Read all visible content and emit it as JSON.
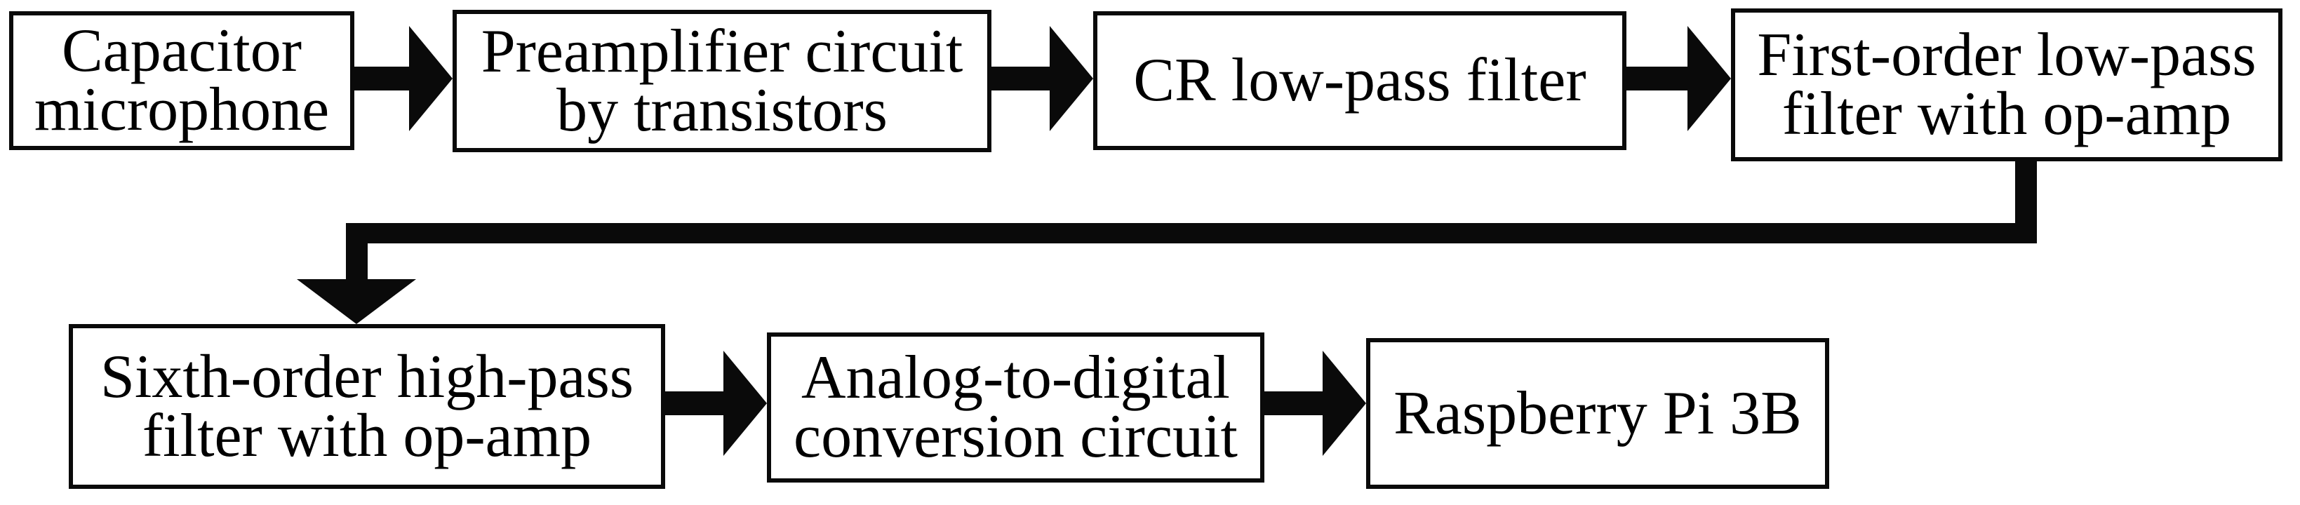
{
  "diagram": {
    "type": "flowchart",
    "background_color": "#ffffff",
    "box_border_color": "#0a0a0a",
    "arrow_color": "#0a0a0a",
    "text_color": "#000000",
    "nodes": [
      {
        "id": "capacitor-microphone",
        "line1": "Capacitor",
        "line2": "microphone"
      },
      {
        "id": "preamplifier-circuit",
        "line1": "Preamplifier circuit",
        "line2": "by transistors"
      },
      {
        "id": "cr-low-pass-filter",
        "line1": "CR low-pass filter",
        "line2": ""
      },
      {
        "id": "first-order-low-pass-filter",
        "line1": "First-order low-pass",
        "line2": "filter with op-amp"
      },
      {
        "id": "sixth-order-high-pass-filter",
        "line1": "Sixth-order high-pass",
        "line2": "filter with op-amp"
      },
      {
        "id": "adc-circuit",
        "line1": "Analog-to-digital",
        "line2": "conversion circuit"
      },
      {
        "id": "raspberry-pi-3b",
        "line1": "Raspberry Pi 3B",
        "line2": ""
      }
    ],
    "edges": [
      {
        "from": "capacitor-microphone",
        "to": "preamplifier-circuit"
      },
      {
        "from": "preamplifier-circuit",
        "to": "cr-low-pass-filter"
      },
      {
        "from": "cr-low-pass-filter",
        "to": "first-order-low-pass-filter"
      },
      {
        "from": "first-order-low-pass-filter",
        "to": "sixth-order-high-pass-filter"
      },
      {
        "from": "sixth-order-high-pass-filter",
        "to": "adc-circuit"
      },
      {
        "from": "adc-circuit",
        "to": "raspberry-pi-3b"
      }
    ]
  }
}
